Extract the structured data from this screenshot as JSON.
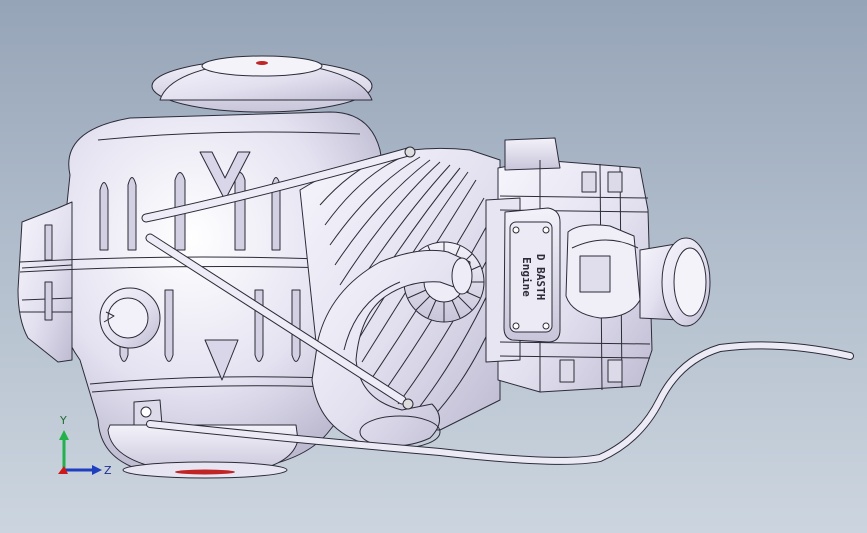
{
  "viewport": {
    "background_top": "#96a4b8",
    "background_bottom": "#ccd5df",
    "model_fill": "#e8e6f4",
    "model_shade": "#bdbad0",
    "edge_color": "#2c2c38"
  },
  "model": {
    "nameplate_line1": "D BASTH",
    "nameplate_line2": "Engine"
  },
  "triad": {
    "y_label": "Y",
    "z_label": "Z",
    "y_color": "#22b14c",
    "z_color": "#1f3fbf",
    "x_color": "#d01818"
  }
}
